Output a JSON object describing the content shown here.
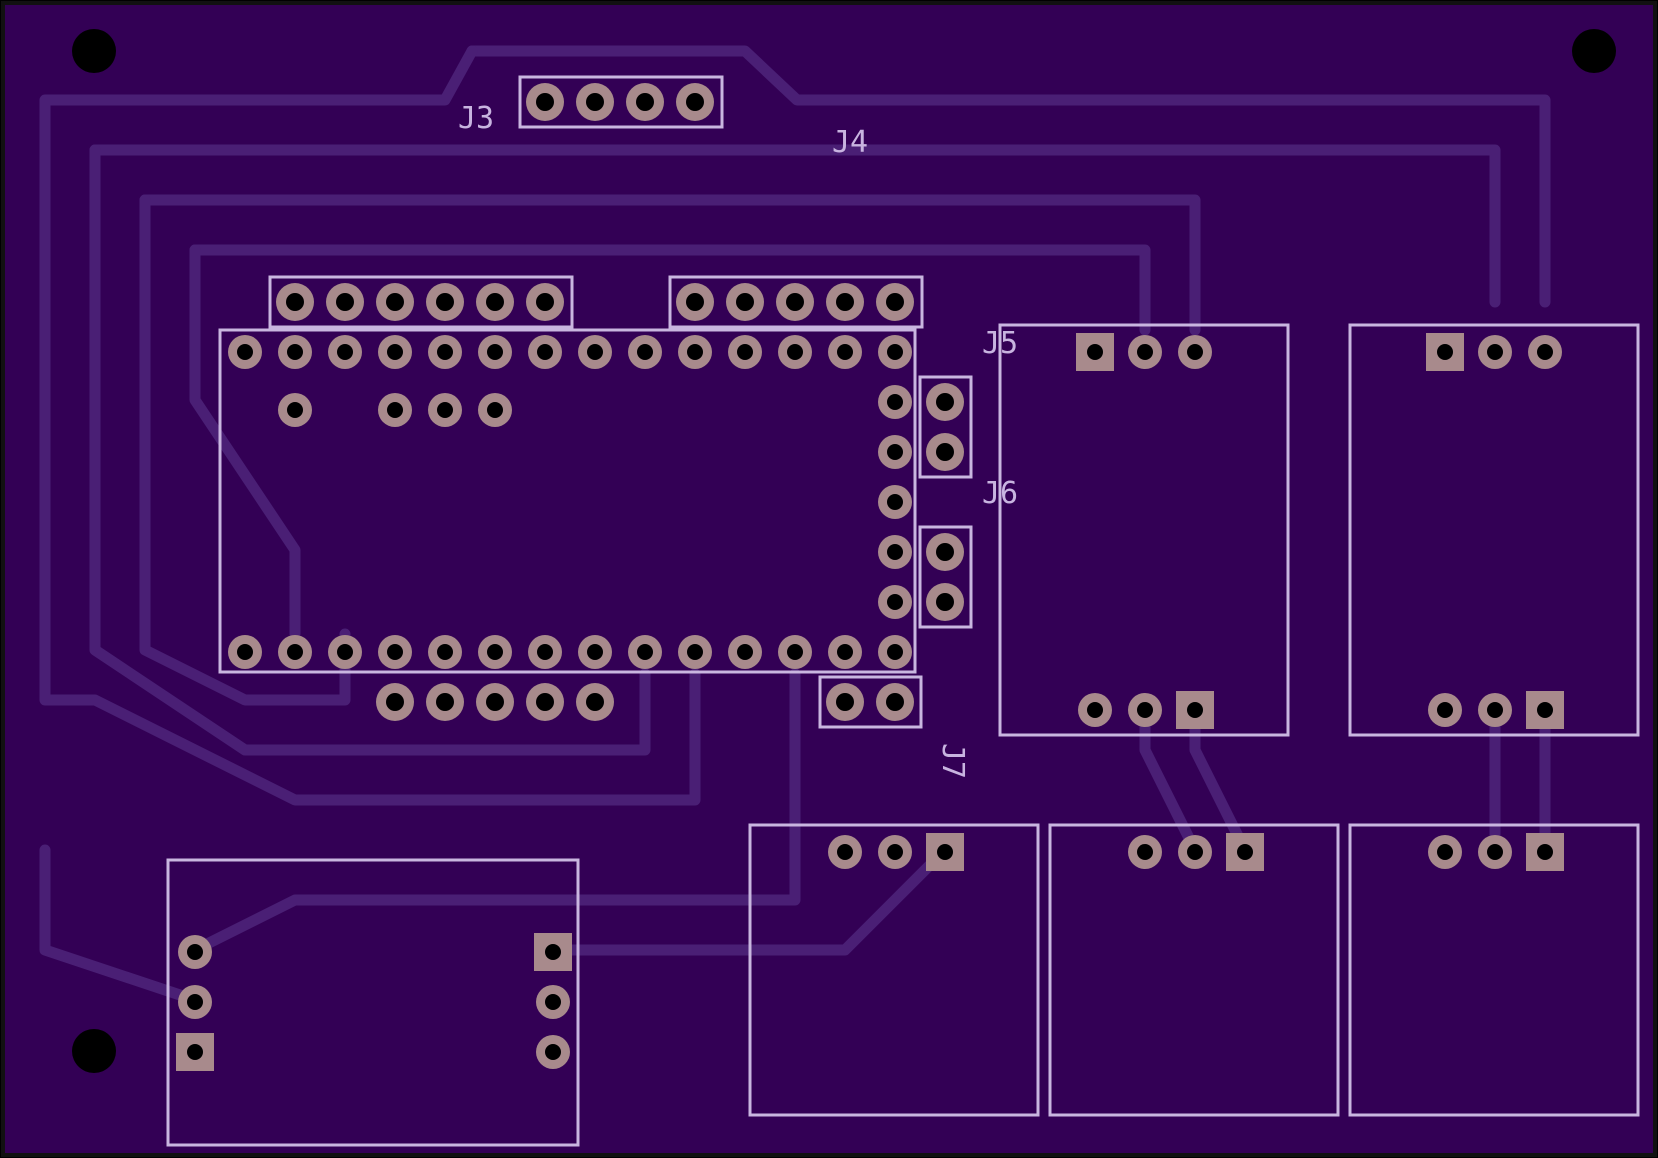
{
  "board": {
    "colors": {
      "substrate": "#330055",
      "trace": "#4a1f75",
      "silkscreen": "#c9b6e0",
      "pad": "#a88a8c",
      "hole": "#000000",
      "label": "#c8b4e0"
    }
  },
  "labels": {
    "j3": "J3",
    "j4": "J4",
    "j5": "J5",
    "j6": "J6",
    "j7": "J7"
  }
}
